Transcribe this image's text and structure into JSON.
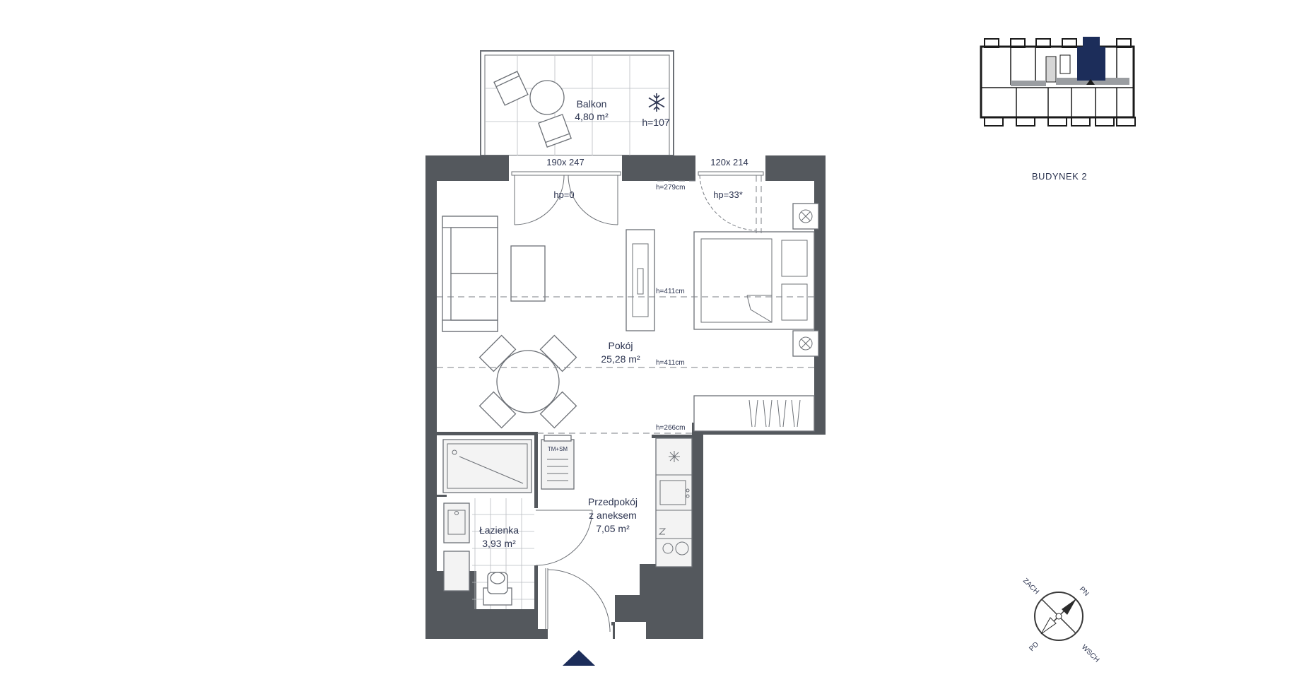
{
  "building": {
    "label": "BUDYNEK 2"
  },
  "rooms": {
    "balcony": {
      "name": "Balkon",
      "area": "4,80 m²",
      "height": "h=107"
    },
    "room": {
      "name": "Pokój",
      "area": "25,28 m²"
    },
    "hall": {
      "name_line1": "Przedpokój",
      "name_line2": "z aneksem",
      "area": "7,05 m²"
    },
    "bathroom": {
      "name": "Łazienka",
      "area": "3,93 m²"
    }
  },
  "openings": {
    "balcony_door": "190x 247",
    "window": "120x 214",
    "door_sill": "hp=0",
    "window_sill": "hp=33*"
  },
  "heights": {
    "h1": "h=279cm",
    "h2": "h=411cm",
    "h3": "h=411cm",
    "h4": "h=266cm"
  },
  "appliances": {
    "washer_label": "TM+SM"
  },
  "compass": {
    "nw": "ZACH",
    "ne": "PN",
    "sw": "PD",
    "se": "WSCH"
  },
  "colors": {
    "wall": "#54585d",
    "accent": "#1c2d5a",
    "text": "#2c3450"
  },
  "icons": [
    "ac-snowflake-icon",
    "entrance-arrow-icon",
    "compass-icon",
    "radiator-icon"
  ]
}
